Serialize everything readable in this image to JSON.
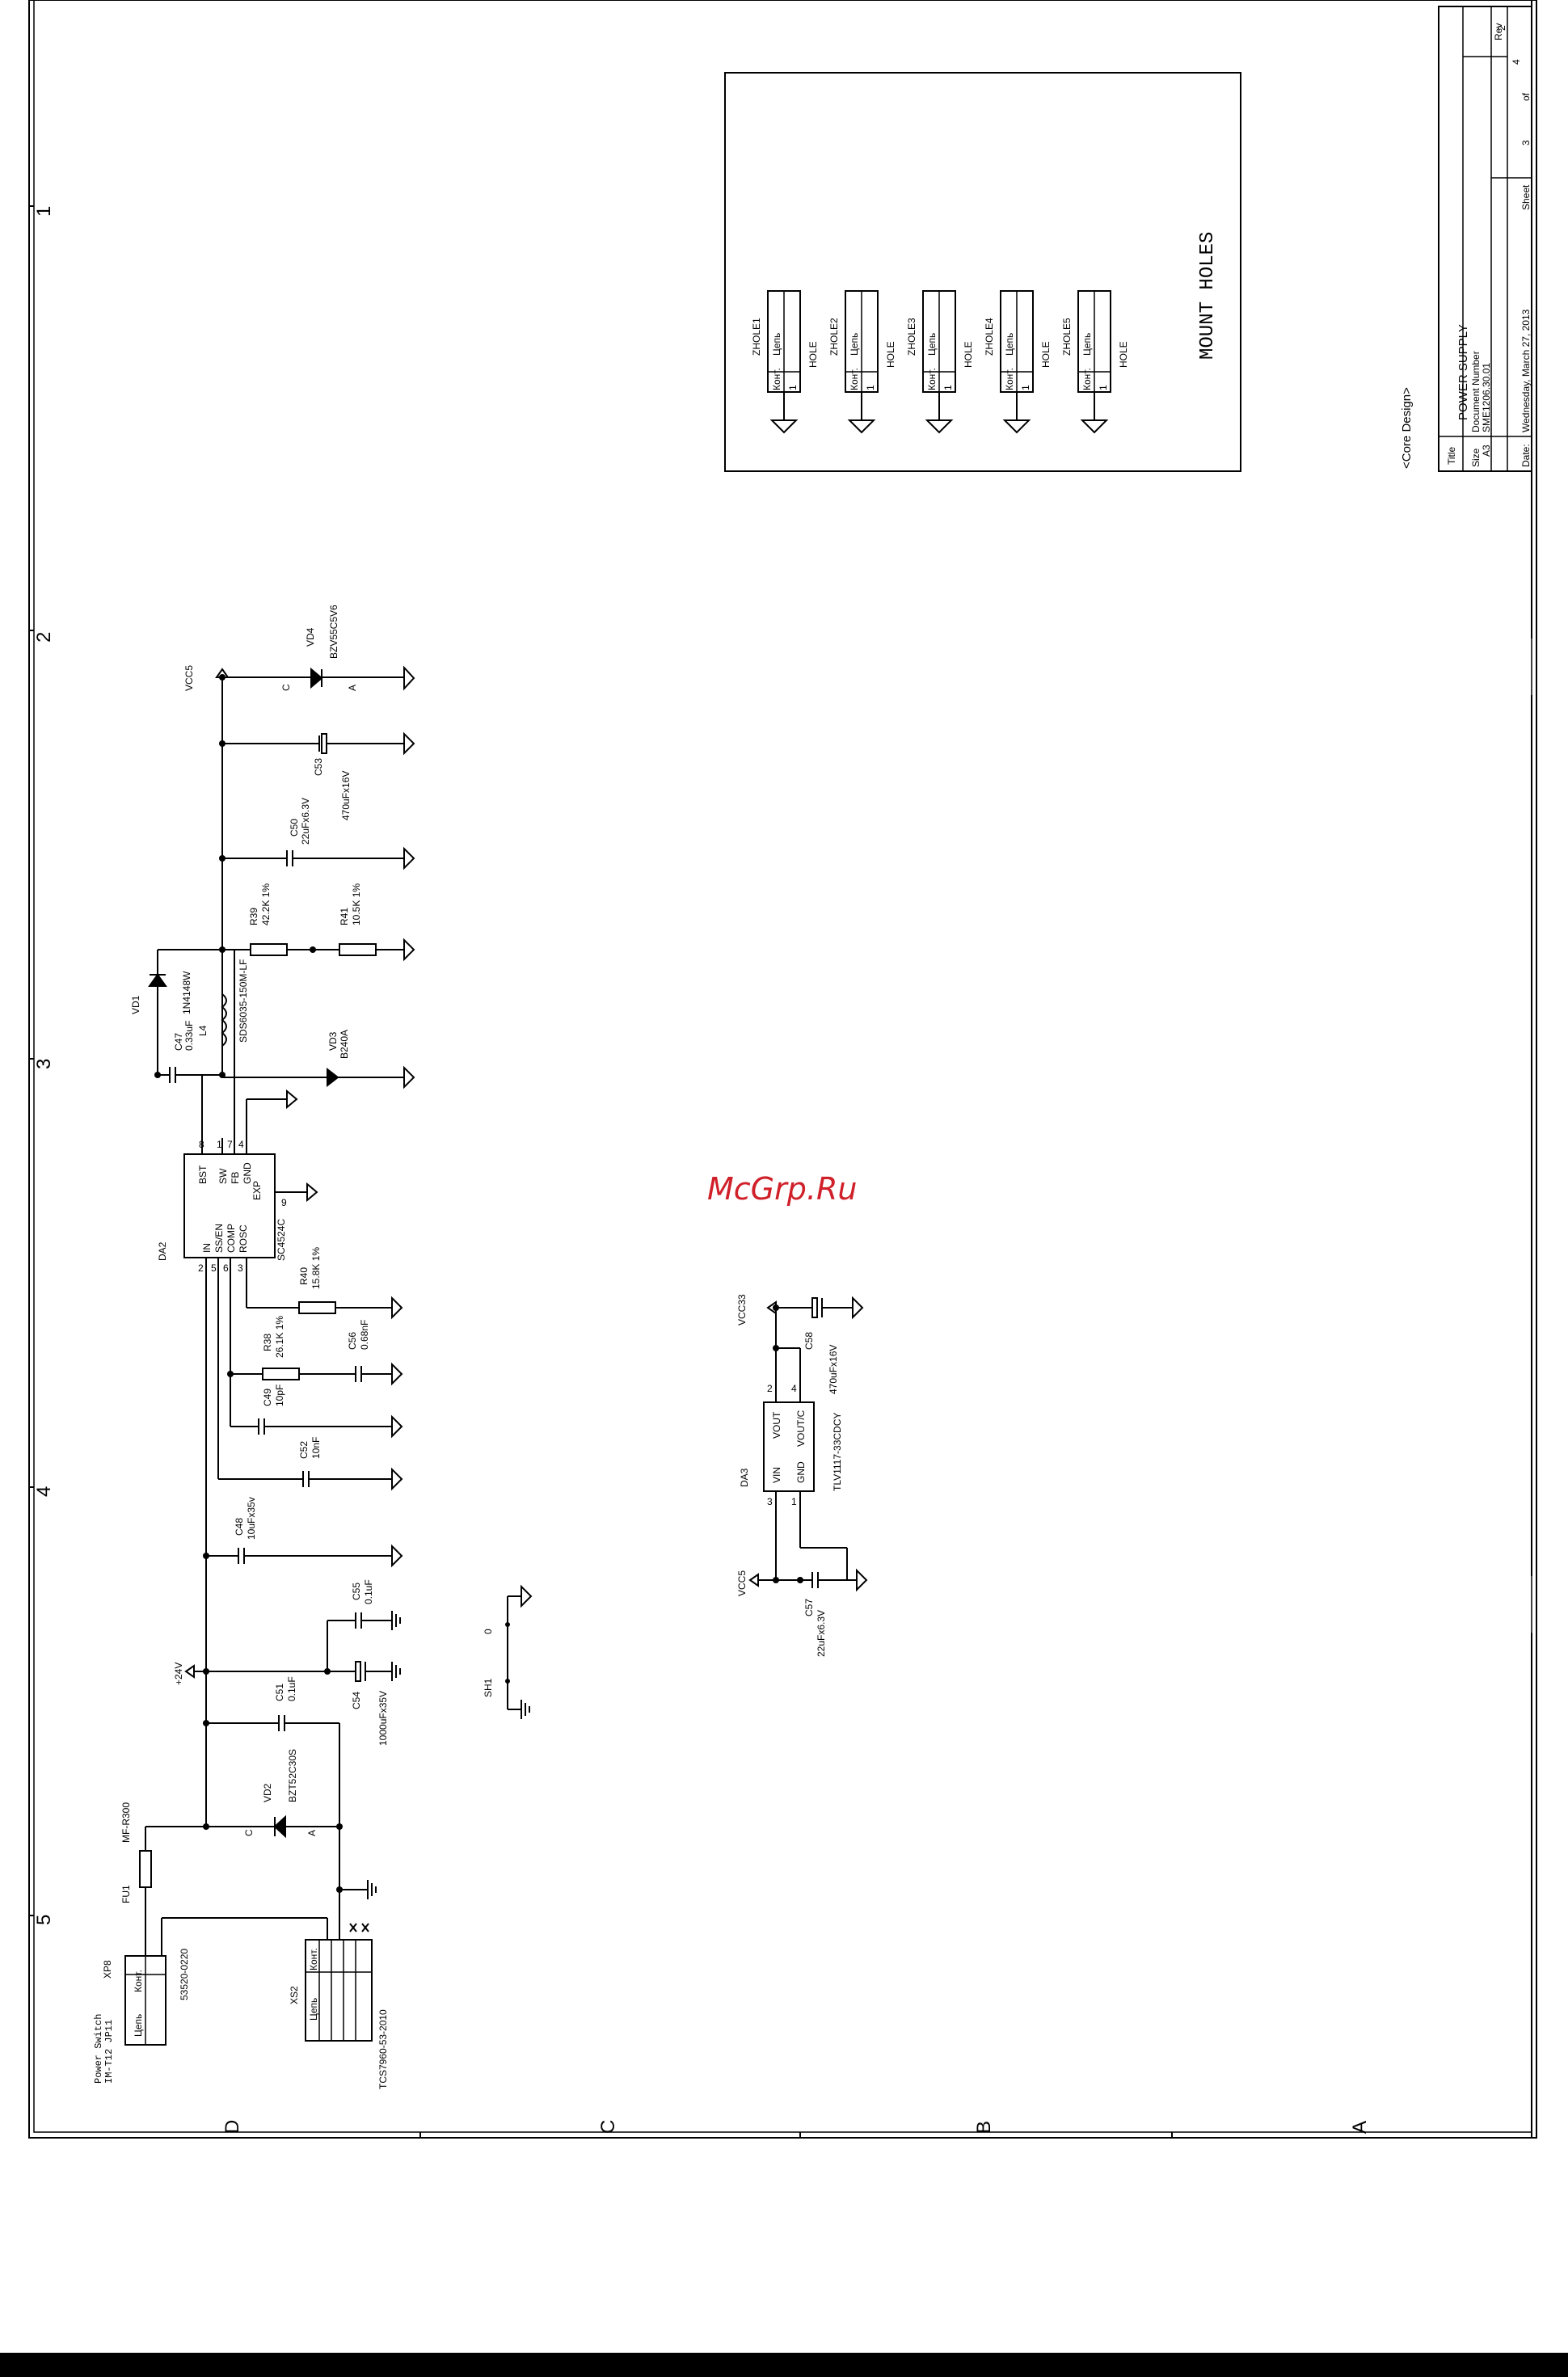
{
  "sheet": {
    "border_row_letters": [
      "D",
      "C",
      "B",
      "A"
    ],
    "border_col_numbers": [
      "1",
      "2",
      "3",
      "4",
      "5"
    ]
  },
  "title_block": {
    "company": "<Core Design>",
    "title_label": "Title",
    "title": "POWER SUPPLY",
    "size_label": "Size",
    "size": "A3",
    "docnum_label": "Document Number",
    "docnum": "SME1206.30.01",
    "rev_label": "Rev",
    "rev": "2",
    "date_label": "Date:",
    "date": "Wednesday, March 27, 2013",
    "sheet_label": "Sheet",
    "sheet": "3",
    "of_label": "of",
    "total": "4"
  },
  "mount": {
    "title": "MOUNT HOLES",
    "holes": [
      {
        "ref": "ZHOLE1",
        "value": "HOLE"
      },
      {
        "ref": "ZHOLE2",
        "value": "HOLE"
      },
      {
        "ref": "ZHOLE3",
        "value": "HOLE"
      },
      {
        "ref": "ZHOLE4",
        "value": "HOLE"
      },
      {
        "ref": "ZHOLE5",
        "value": "HOLE"
      }
    ],
    "col_kont": "Конт.",
    "col_cep": "Цепь",
    "pin": "1"
  },
  "watermark": "McGrp.Ru",
  "components": {
    "vcc5_top": "VCC5",
    "vd4_ref": "VD4",
    "vd4_val": "BZV55C5V6",
    "vd4_c": "C",
    "vd4_a": "A",
    "c53_ref": "C53",
    "c53_val": "470uFx16V",
    "c50_ref": "C50",
    "c50_val": "22uFx6.3V",
    "r39_ref": "R39",
    "r39_val": "42.2K 1%",
    "r41_ref": "R41",
    "r41_val": "10.5K 1%",
    "vd1_ref": "VD1",
    "vd1_val": "1N4148W",
    "l4_ref": "L4",
    "l4_val": "SDS6035-150M-LF",
    "c47_ref": "C47",
    "c47_val": "0.33uF",
    "vd3_ref": "VD3",
    "vd3_val": "B240A",
    "da2_ref": "DA2",
    "da2_val": "SC4524C",
    "da2_pins": [
      "BST",
      "SW",
      "FB",
      "GND",
      "IN",
      "SS/EN",
      "COMP",
      "ROSC",
      "EXP"
    ],
    "da2_pin_nums": [
      "8",
      "1",
      "7",
      "4",
      "9",
      "2",
      "5",
      "6",
      "3"
    ],
    "r40_ref": "R40",
    "r40_val": "15.8K 1%",
    "r38_ref": "R38",
    "r38_val": "26.1K 1%",
    "c56_ref": "C56",
    "c56_val": "0.68nF",
    "c49_ref": "C49",
    "c49_val": "10pF",
    "c52_ref": "C52",
    "c52_val": "10nF",
    "c48_ref": "C48",
    "c48_val": "10uFx35v",
    "c55_ref": "C55",
    "c55_val": "0.1uF",
    "v24": "+24V",
    "c54_ref": "C54",
    "c54_val": "1000uFx35V",
    "c51_ref": "C51",
    "c51_val": "0.1uF",
    "vd2_ref": "VD2",
    "vd2_val": "BZT52C30S",
    "vd2_c": "C",
    "vd2_a": "A",
    "fu1_ref": "FU1",
    "fu1_val": "MF-R300",
    "xp8_ref": "XP8",
    "xp8_val": "53520-0220",
    "xp8_note1": "IM-T12 JP11",
    "xp8_note2": "Power Switch",
    "xs2_ref": "XS2",
    "xs2_val": "TCS7960-53-2010",
    "sh1_ref": "SH1",
    "sh1_val": "0",
    "vcc33": "VCC33",
    "c58_ref": "C58",
    "c58_val": "470uFx16V",
    "da3_ref": "DA3",
    "da3_val": "TLV1117-33CDCY",
    "da3_pins": [
      "VIN",
      "GND",
      "VOUT",
      "VOUT/C"
    ],
    "da3_pin_nums": [
      "3",
      "1",
      "2",
      "4"
    ],
    "vcc5_bot": "VCC5",
    "c57_ref": "C57",
    "c57_val": "22uFx6.3V"
  }
}
